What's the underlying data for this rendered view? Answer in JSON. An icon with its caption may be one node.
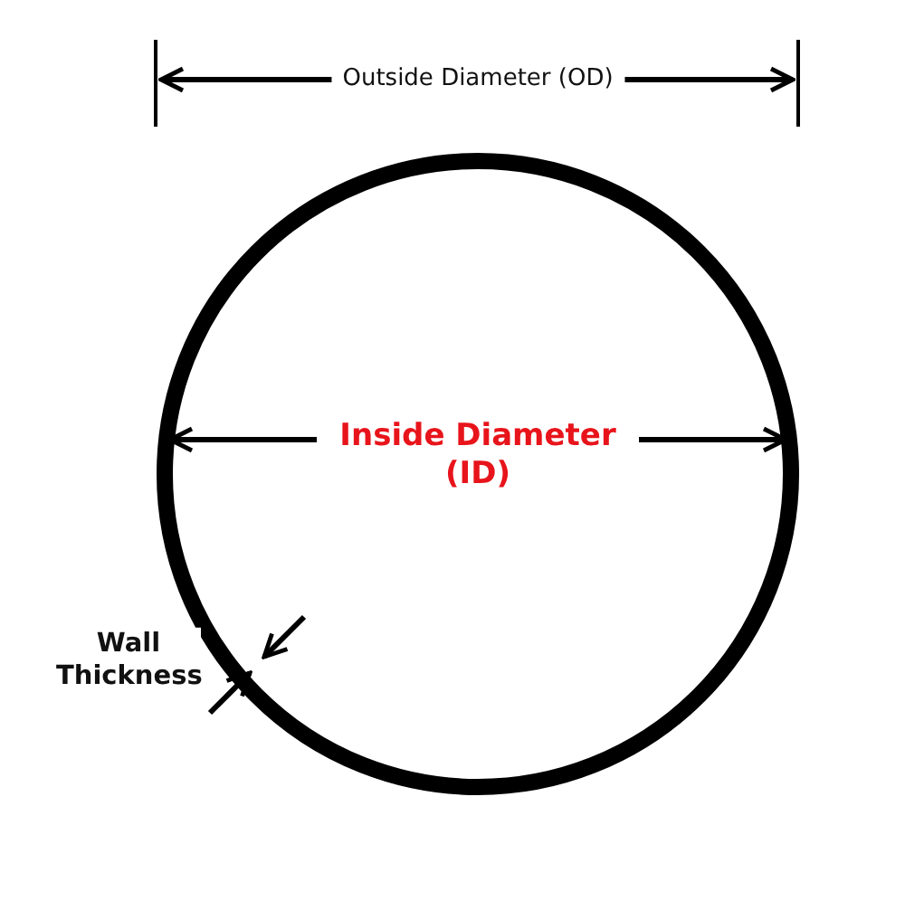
{
  "diagram": {
    "labels": [
      "Outside Diameter (OD)",
      "Inside Diameter (ID)",
      "Wall Thickness"
    ]
  }
}
